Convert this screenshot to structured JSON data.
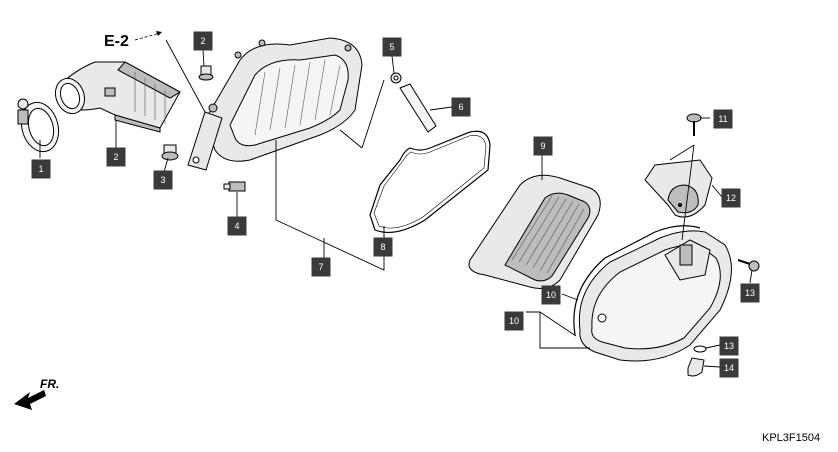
{
  "reference_label": "E-2",
  "diagram_code": "KPL3F1504",
  "front_indicator": "FR.",
  "callouts": [
    "1",
    "2",
    "2",
    "3",
    "4",
    "5",
    "6",
    "7",
    "8",
    "9",
    "10",
    "10",
    "11",
    "12",
    "13",
    "13",
    "14"
  ],
  "colors": {
    "callout_bg": "#3a3a3a",
    "callout_text": "#ffffff",
    "line": "#000000",
    "background": "#ffffff"
  }
}
